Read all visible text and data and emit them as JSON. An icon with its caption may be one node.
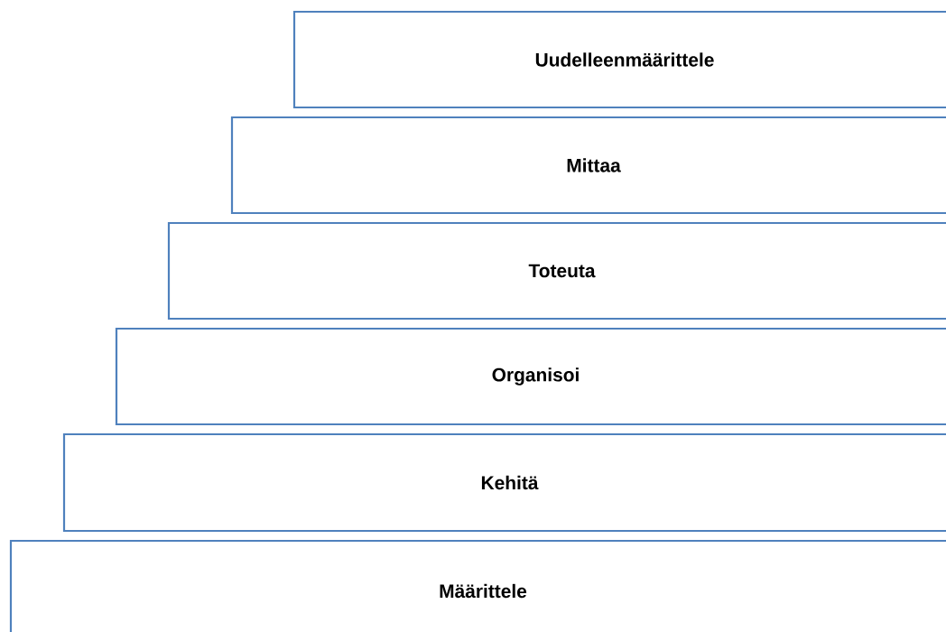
{
  "diagram": {
    "nodes": [
      {
        "text": [
          "Uudelleenmäärittele"
        ]
      },
      {
        "text": [
          "Mittaa"
        ]
      },
      {
        "text": [
          "Toteuta"
        ]
      },
      {
        "text": [
          "Organisoi"
        ]
      },
      {
        "text": [
          "Kehitä"
        ]
      },
      {
        "text": [
          "Määrittele"
        ]
      }
    ]
  }
}
